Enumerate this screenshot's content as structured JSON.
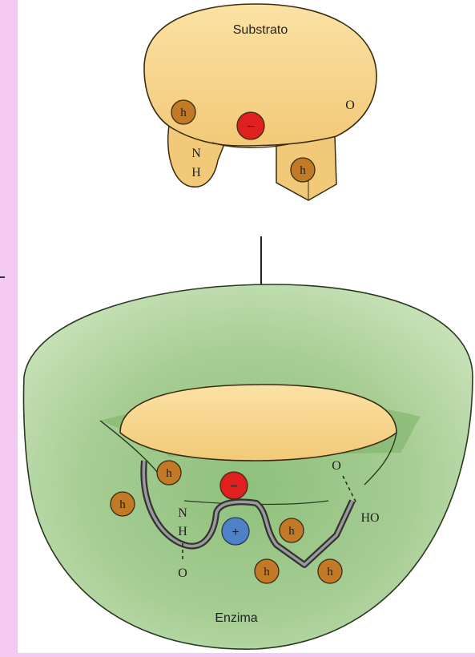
{
  "labels": {
    "substrate": "Substrato",
    "enzyme": "Enzima",
    "hydrophobic": "h",
    "positive": "+",
    "negative": "−",
    "n": "N",
    "h_atom": "H",
    "o": "O",
    "ho": "HO"
  },
  "colors": {
    "background": "#f3c8f3",
    "white_panel": "#ffffff",
    "substrate_fill": "#f7d68c",
    "enzyme_fill": "#a9cf97",
    "hydrophobic_fill": "#c27a27",
    "negative_fill": "#e01f1f",
    "positive_fill": "#4d82c6"
  }
}
